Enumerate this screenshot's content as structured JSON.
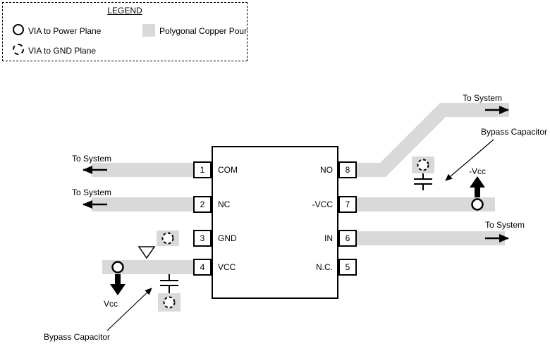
{
  "legend": {
    "title": "LEGEND",
    "items": [
      {
        "icon": "via-power-icon",
        "label": "VIA to Power Plane"
      },
      {
        "icon": "via-gnd-icon",
        "label": "VIA to GND Plane"
      },
      {
        "icon": "copper-pour-icon",
        "label": "Polygonal Copper Pour"
      }
    ]
  },
  "ic": {
    "left_pins": [
      {
        "number": "1",
        "label": "COM"
      },
      {
        "number": "2",
        "label": "NC"
      },
      {
        "number": "3",
        "label": "GND"
      },
      {
        "number": "4",
        "label": "VCC"
      }
    ],
    "right_pins": [
      {
        "number": "8",
        "label": "NO"
      },
      {
        "number": "7",
        "label": "-VCC"
      },
      {
        "number": "6",
        "label": "IN"
      },
      {
        "number": "5",
        "label": "N.C."
      }
    ]
  },
  "annotations": {
    "to_system": "To System",
    "bypass_capacitor": "Bypass Capacitor",
    "vcc": "Vcc",
    "neg_vcc": "-Vcc"
  },
  "colors": {
    "copper_pour": "#d9d9d9",
    "line": "#000000",
    "background": "#ffffff"
  }
}
